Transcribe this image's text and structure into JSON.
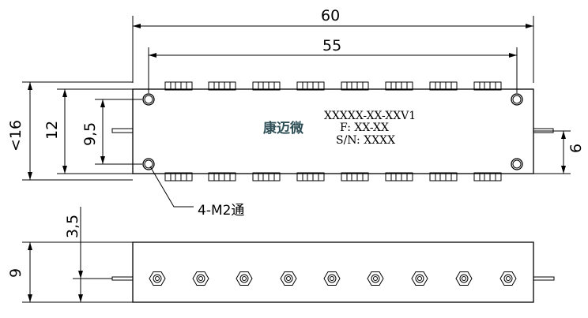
{
  "dimensions": {
    "overall_length": "60",
    "hole_spacing": "55",
    "overall_width": "<16",
    "body_width": "12",
    "hole_pitch_y": "9,5",
    "connector_offset": "6",
    "pin_height": "3,5",
    "body_height": "9"
  },
  "label": {
    "brand": "康迈微",
    "model": "XXXXX-XX-XXV1",
    "frequency": "F: XX-XX",
    "serial": "S/N: XXXX"
  },
  "callout": {
    "mounting_holes": "4-M2通"
  }
}
